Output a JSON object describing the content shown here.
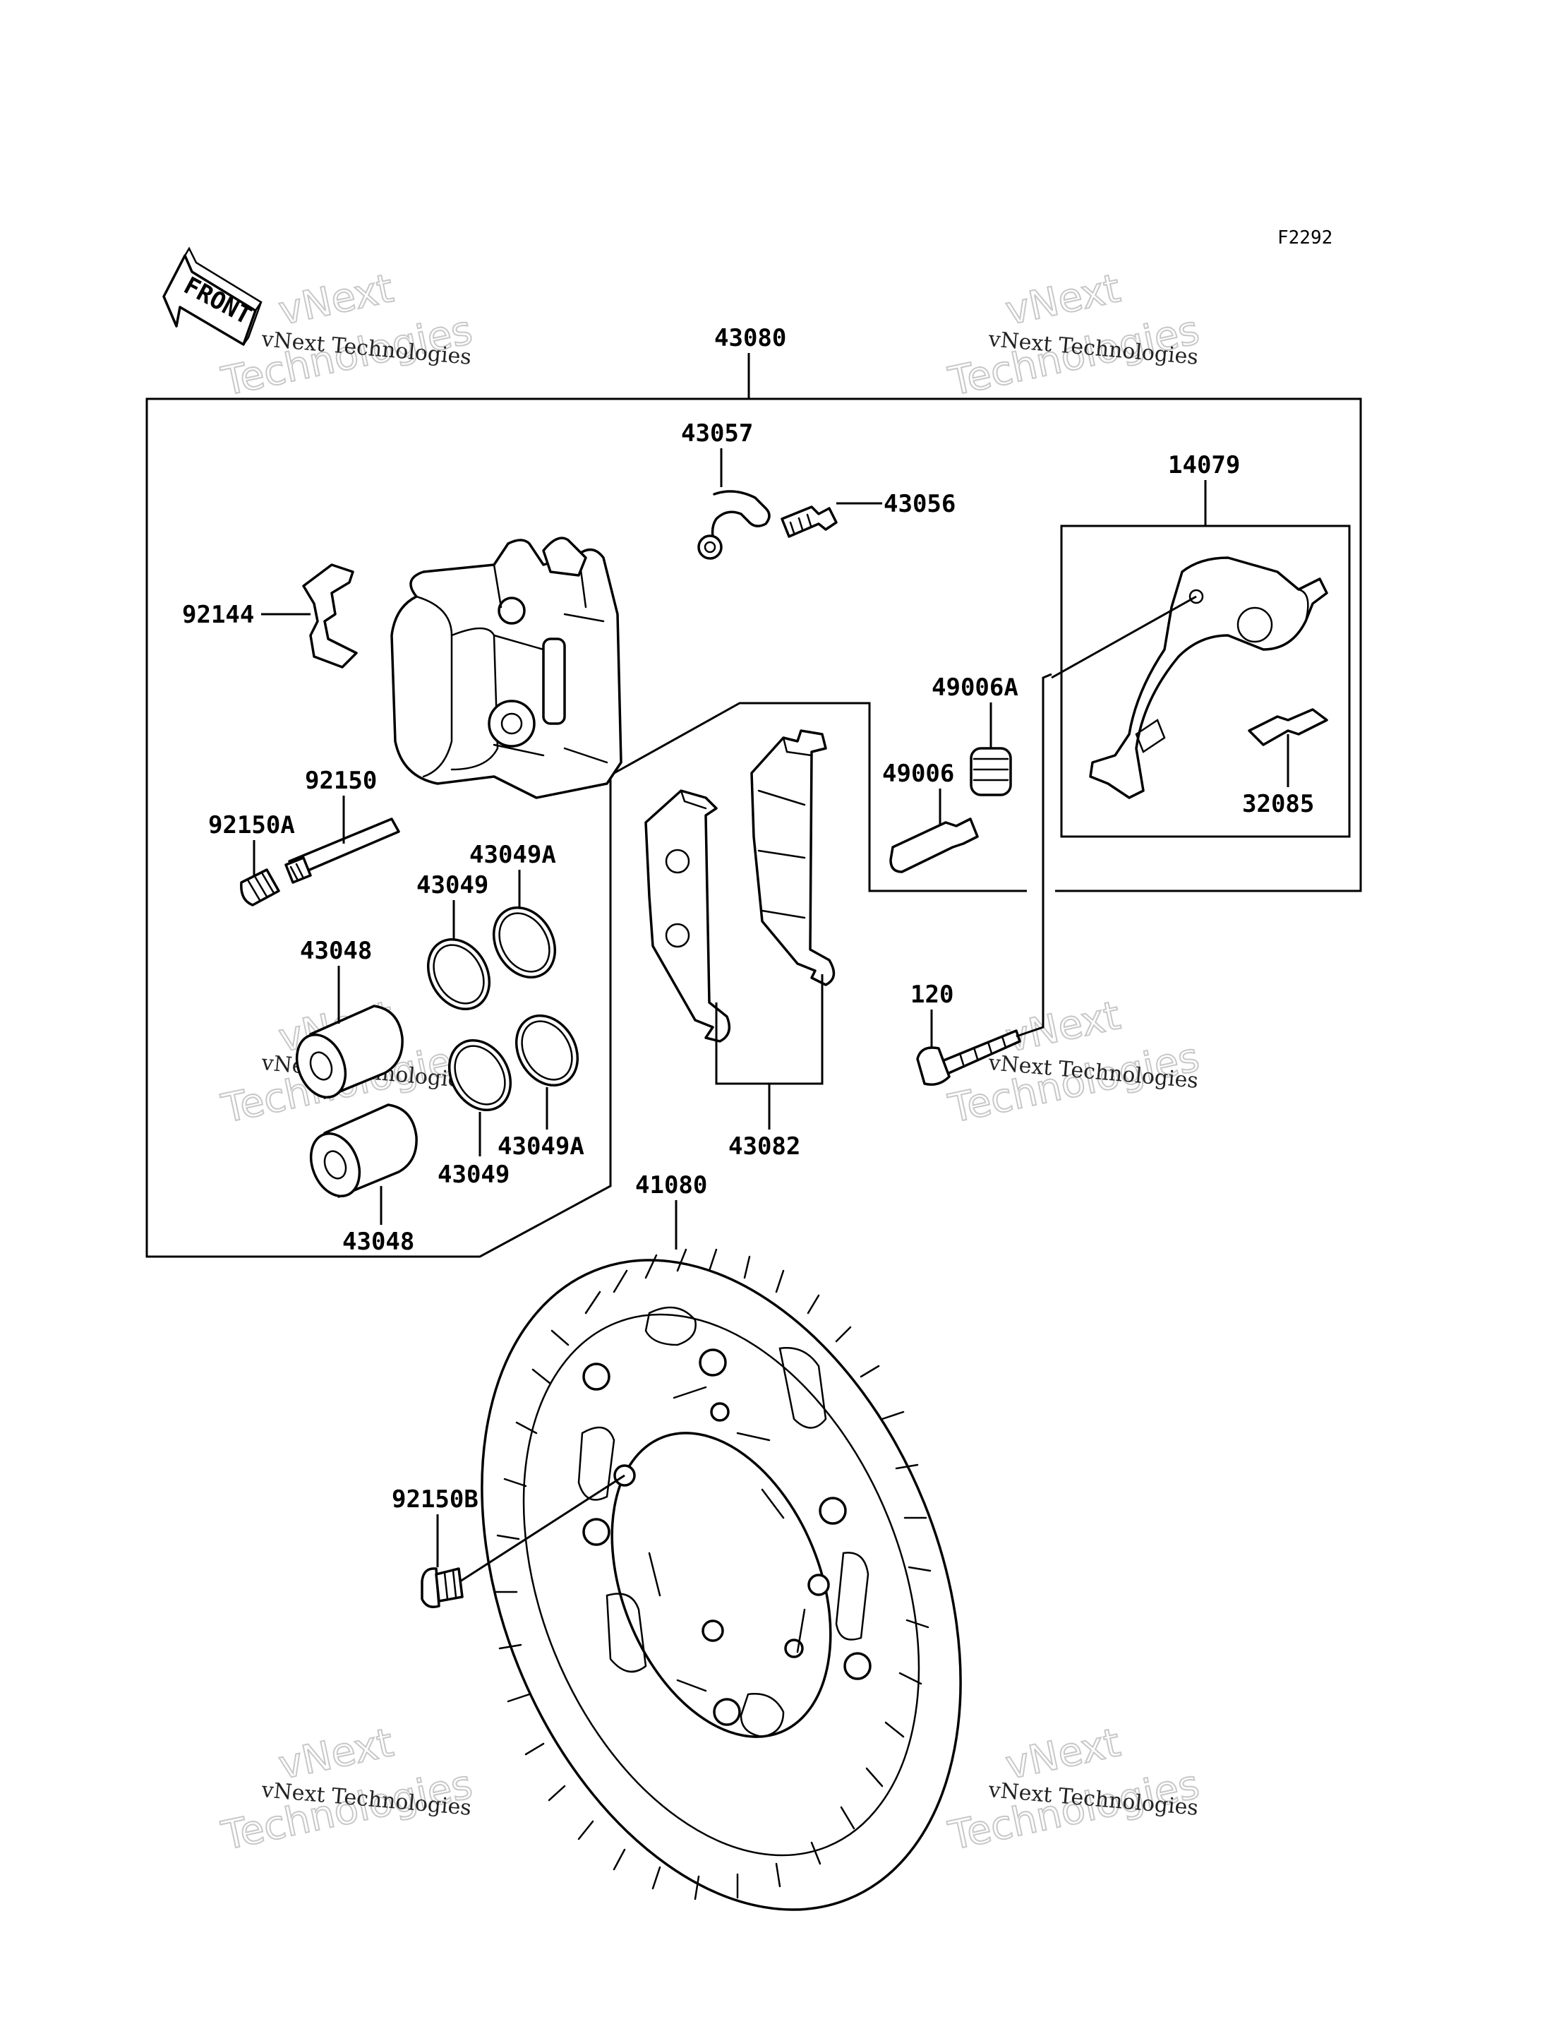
{
  "figure_code": "F2292",
  "front_label": "FRONT",
  "parts": {
    "caliper_assembly": "43080",
    "bleeder_cap": "43057",
    "bleeder_valve": "43056",
    "caliper_holder": "14079",
    "pad_spring": "92144",
    "pin_boot_a": "49006A",
    "pin_49006": "49006",
    "spring_32085": "32085",
    "pin_92150": "92150",
    "pin_92150a": "92150A",
    "seal_43049a_top": "43049A",
    "seal_43049_top": "43049",
    "piston_43048_top": "43048",
    "bolt_120": "120",
    "seal_43049a_bottom": "43049A",
    "seal_43049_bottom": "43049",
    "pad_set": "43082",
    "piston_43048_bottom": "43048",
    "disc": "41080",
    "bolt_92150b": "92150B"
  },
  "watermark": {
    "line_small": "vNext Technologies",
    "line_big_1": "vNext",
    "line_big_2": "Technologies"
  },
  "colors": {
    "ink": "#000000",
    "watermark": "#c8c8c8"
  }
}
